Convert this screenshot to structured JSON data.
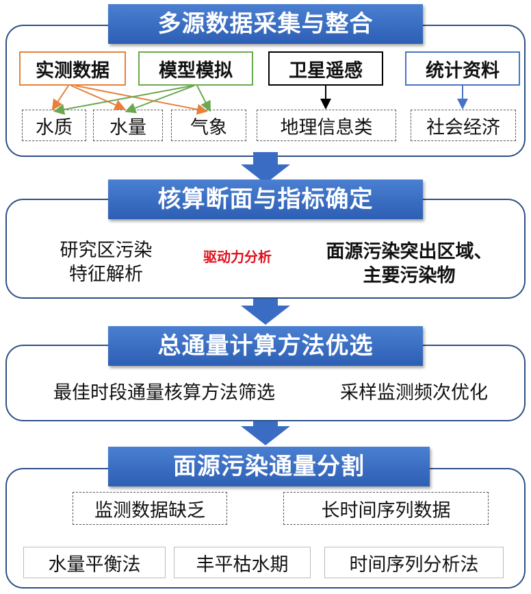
{
  "section1": {
    "title": "多源数据采集与整合",
    "sources": [
      "实测数据",
      "模型模拟",
      "卫星遥感",
      "统计资料"
    ],
    "categories": [
      "水质",
      "水量",
      "气象",
      "地理信息类",
      "社会经济"
    ]
  },
  "section2": {
    "title": "核算断面与指标确定",
    "left_text": "研究区污染\n特征解析",
    "arrow_label": "驱动力分析",
    "right_text": "面源污染突出区域、\n主要污染物"
  },
  "section3": {
    "title": "总通量计算方法优选",
    "left_text": "最佳时段通量核算方法筛选",
    "right_text": "采样监测频次优化"
  },
  "section4": {
    "title": "面源污染通量分割",
    "conditions": [
      "监测数据缺乏",
      "长时间序列数据"
    ],
    "methods": [
      "水量平衡法",
      "丰平枯水期",
      "时间序列分析法"
    ]
  },
  "colors": {
    "banner": "#3a6cc4",
    "panel_border": "#2b4f86",
    "arrow_label": "#e0101c",
    "orange": "#e8803a",
    "green": "#6aa84f",
    "blue": "#4a72c4"
  }
}
